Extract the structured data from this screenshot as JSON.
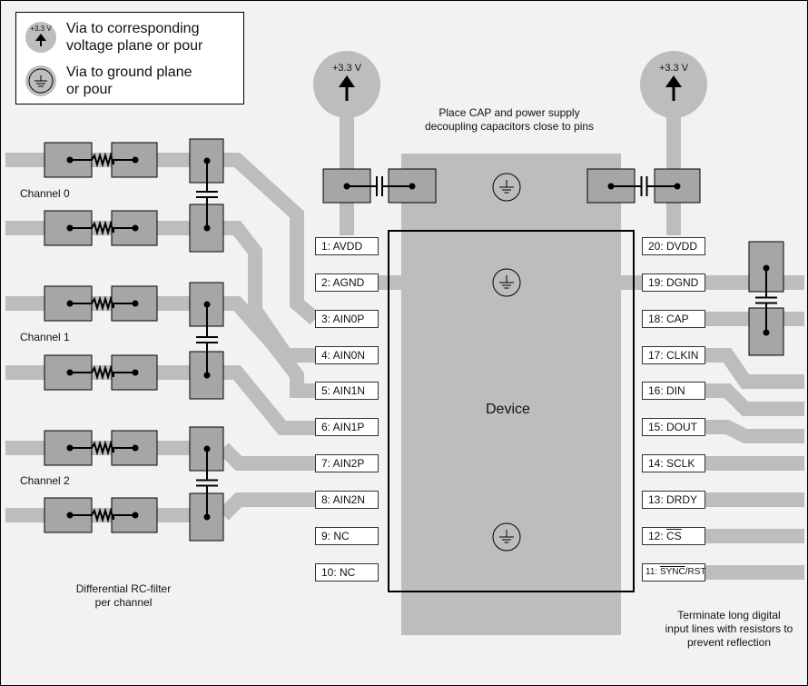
{
  "legend": {
    "supply_via_label": "+3.3 V",
    "supply_via_text_1": "Via to corresponding",
    "supply_via_text_2": "voltage plane or pour",
    "ground_via_text_1": "Via to ground plane",
    "ground_via_text_2": "or pour"
  },
  "supply_label_left": "+3.3 V",
  "supply_label_right": "+3.3 V",
  "note_decoupling_1": "Place CAP and power supply",
  "note_decoupling_2": "decoupling capacitors close to pins",
  "device_label": "Device",
  "channels": [
    "Channel 0",
    "Channel 1",
    "Channel 2"
  ],
  "left_pins": [
    "1: AVDD",
    "2: AGND",
    "3: AIN0P",
    "4: AIN0N",
    "5: AIN1N",
    "6: AIN1P",
    "7: AIN2P",
    "8: AIN2N",
    "9:  NC",
    "10: NC"
  ],
  "right_pins": {
    "p20": "20: DVDD",
    "p19": "19: DGND",
    "p18": "18: CAP",
    "p17": "17: CLKIN",
    "p16": "16: DIN",
    "p15": "15: DOUT",
    "p14": "14: SCLK",
    "p13": "13: DRDY",
    "p12_prefix": "12: ",
    "p12_bar": "CS",
    "p11_prefix": "11: ",
    "p11_bar": "SYNC",
    "p11_suffix": "/RST"
  },
  "note_rc_1": "Differential RC-filter",
  "note_rc_2": "per channel",
  "note_term_1": "Terminate long digital",
  "note_term_2": "input lines with resistors to",
  "note_term_3": "prevent reflection",
  "colors": {
    "trace": "#bdbdbd",
    "pad": "#a6a6a6",
    "background": "#f2f2f2"
  },
  "icons": [
    "supply-via-icon",
    "ground-via-icon",
    "resistor-icon",
    "capacitor-icon"
  ]
}
